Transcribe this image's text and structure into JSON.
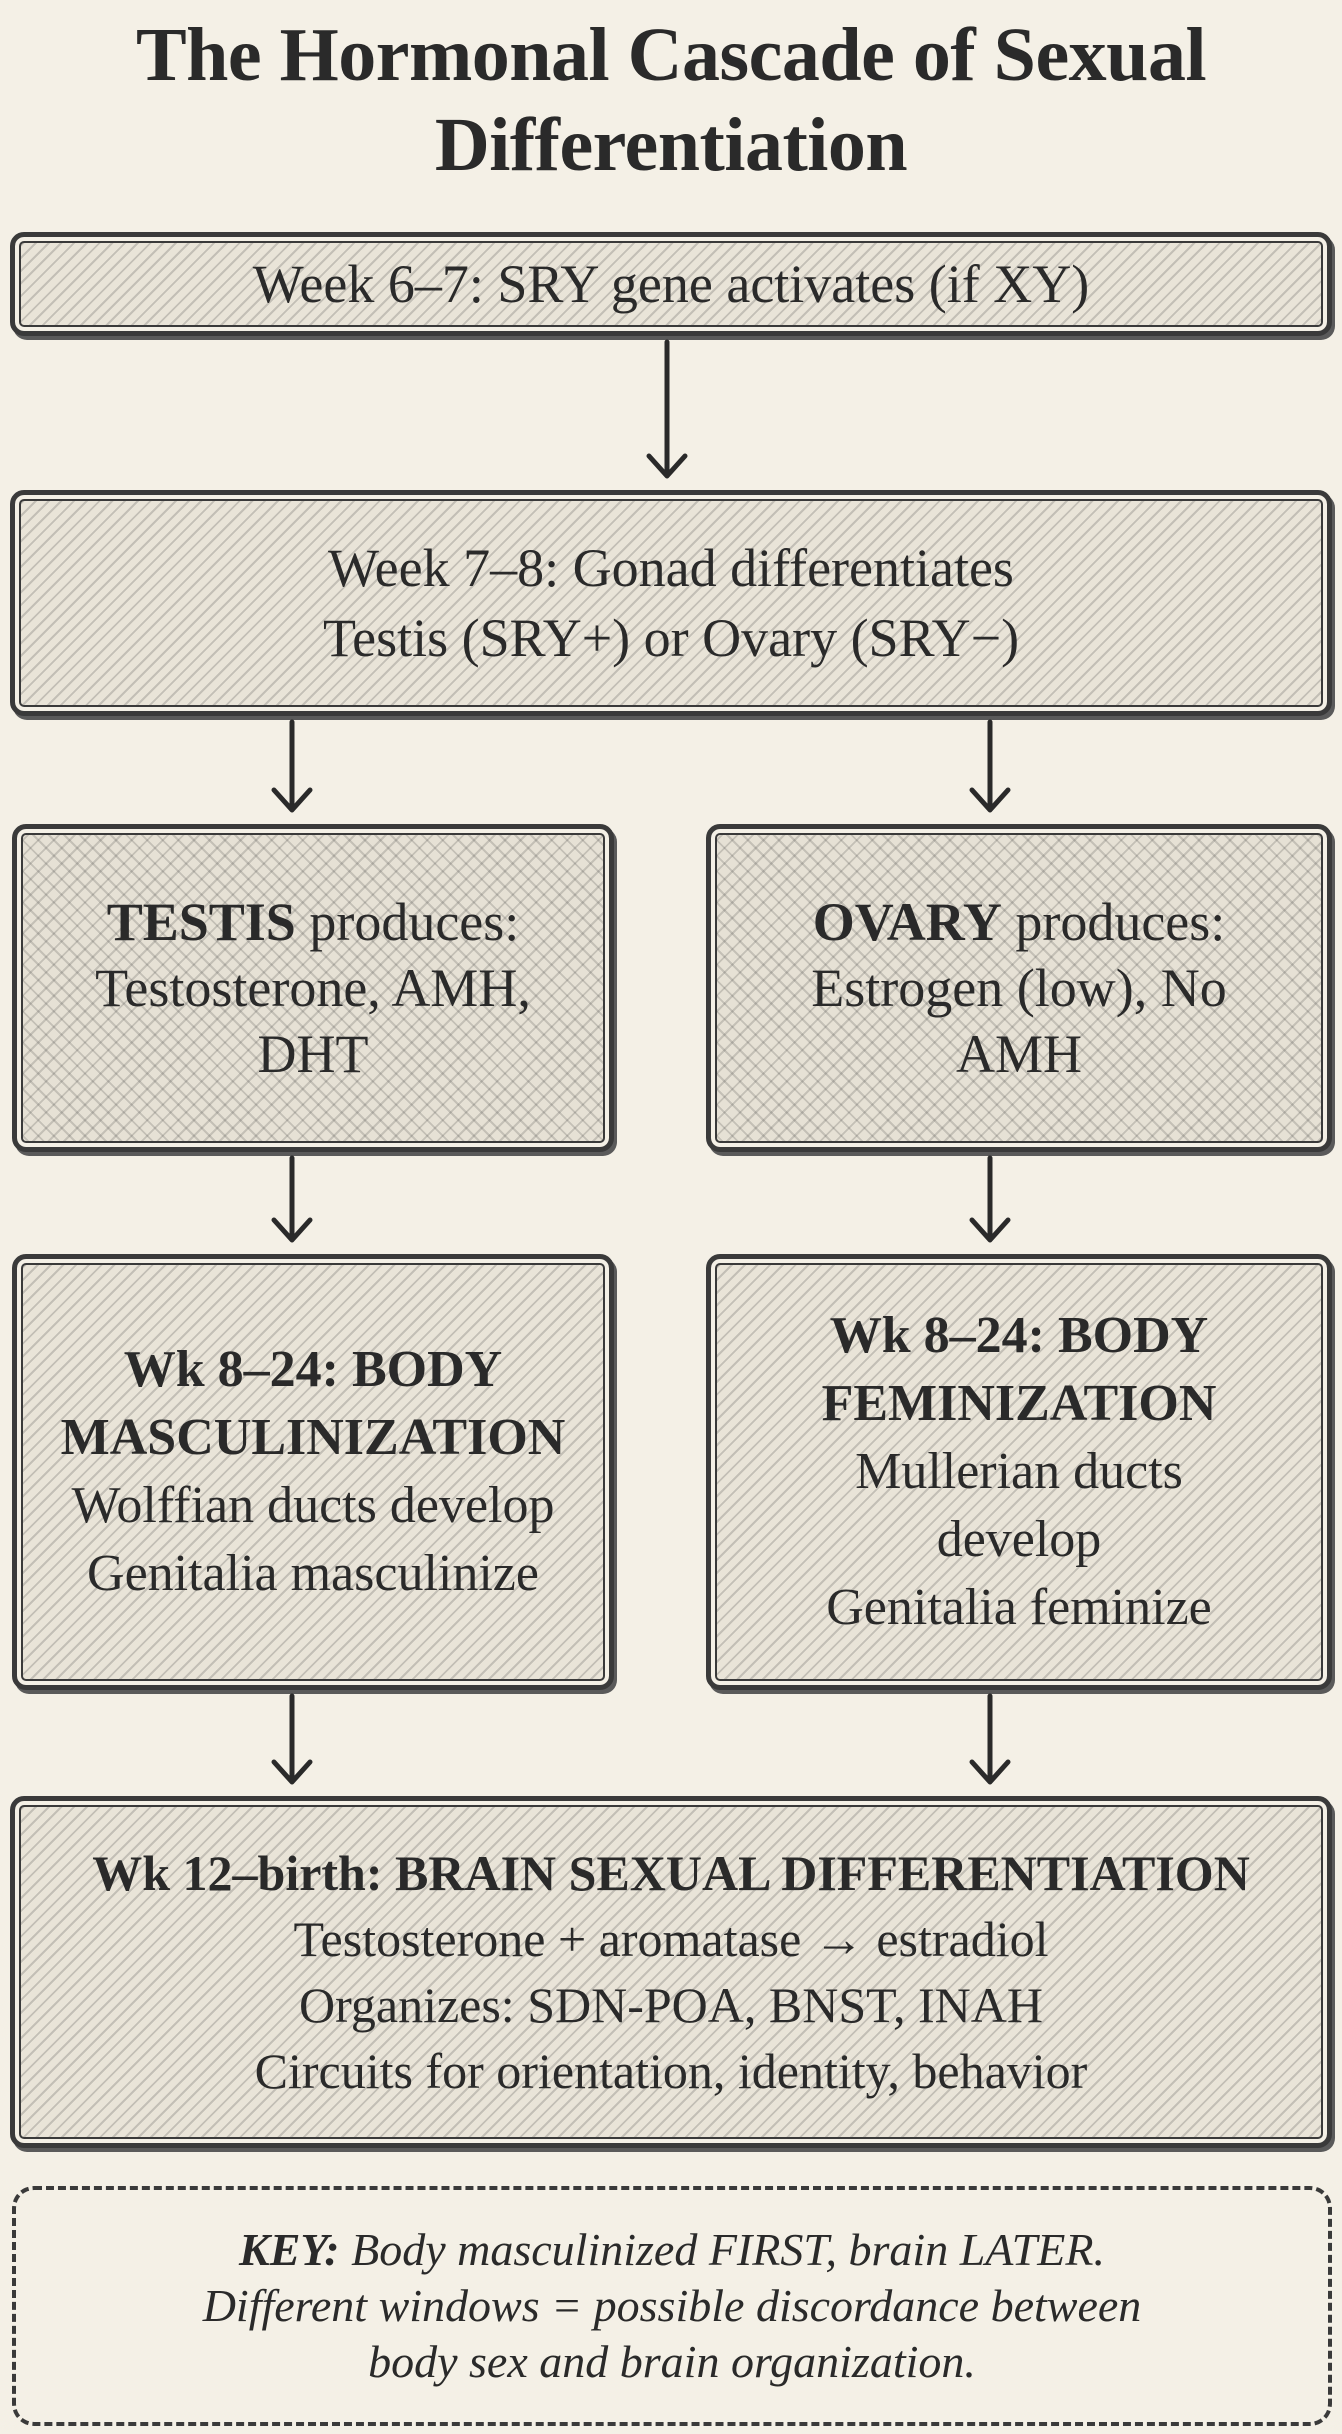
{
  "title": {
    "line1": "The Hormonal Cascade of Sexual",
    "line2": "Differentiation"
  },
  "boxes": {
    "sry": {
      "text": "Week 6–7: SRY gene activates (if XY)"
    },
    "gonad": {
      "line1": "Week 7–8: Gonad differentiates",
      "line2": "Testis (SRY+) or Ovary (SRY−)"
    },
    "testis": {
      "bold": "TESTIS",
      "rest": " produces:",
      "line2": "Testosterone, AMH,",
      "line3": "DHT"
    },
    "ovary": {
      "bold": "OVARY",
      "rest": " produces:",
      "line2": "Estrogen (low), No",
      "line3": "AMH"
    },
    "masc": {
      "line1": "Wk 8–24: BODY",
      "line2": "MASCULINIZATION",
      "line3": "Wolffian ducts develop",
      "line4": "Genitalia masculinize"
    },
    "fem": {
      "line1": "Wk 8–24: BODY",
      "line2": "FEMINIZATION",
      "line3": "Mullerian ducts",
      "line4": "develop",
      "line5": "Genitalia feminize"
    },
    "brain": {
      "line1": "Wk 12–birth: BRAIN SEXUAL DIFFERENTIATION",
      "line2": "Testosterone + aromatase → estradiol",
      "line3": "Organizes: SDN-POA, BNST, INAH",
      "line4": "Circuits for orientation, identity, behavior"
    }
  },
  "key": {
    "label": "KEY:",
    "line1": " Body masculinized FIRST, brain LATER.",
    "line2": "Different windows = possible discordance between",
    "line3": "body sex and brain organization."
  }
}
